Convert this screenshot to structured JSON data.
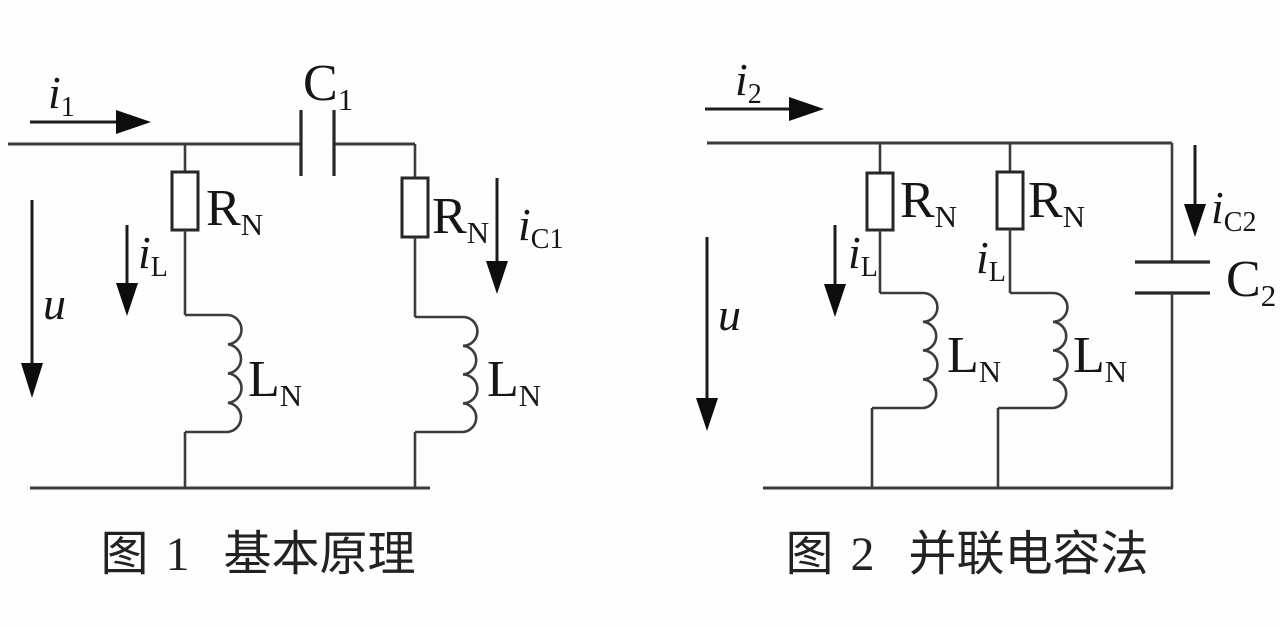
{
  "figures": [
    {
      "caption": "图 1  基本原理",
      "labels": {
        "i1": {
          "main": "i",
          "sub": "1"
        },
        "c1": {
          "main": "C",
          "sub": "1"
        },
        "rn_left": {
          "main": "R",
          "sub": "N"
        },
        "rn_right": {
          "main": "R",
          "sub": "N"
        },
        "il": {
          "main": "i",
          "sub": "L"
        },
        "ic1": {
          "main": "i",
          "sub": "C1"
        },
        "u": {
          "main": "u"
        },
        "ln_left": {
          "main": "L",
          "sub": "N"
        },
        "ln_right": {
          "main": "L",
          "sub": "N"
        }
      }
    },
    {
      "caption": "图 2  并联电容法",
      "labels": {
        "i2": {
          "main": "i",
          "sub": "2"
        },
        "rn_left": {
          "main": "R",
          "sub": "N"
        },
        "rn_right": {
          "main": "R",
          "sub": "N"
        },
        "il_left": {
          "main": "i",
          "sub": "L"
        },
        "il_right": {
          "main": "i",
          "sub": "L"
        },
        "ic2": {
          "main": "i",
          "sub": "C2"
        },
        "u": {
          "main": "u"
        },
        "ln_left": {
          "main": "L",
          "sub": "N"
        },
        "ln_right": {
          "main": "L",
          "sub": "N"
        },
        "c2": {
          "main": "C",
          "sub": "2"
        }
      }
    }
  ],
  "colors": {
    "wire": "#3c3c3c",
    "ink": "#161616"
  }
}
